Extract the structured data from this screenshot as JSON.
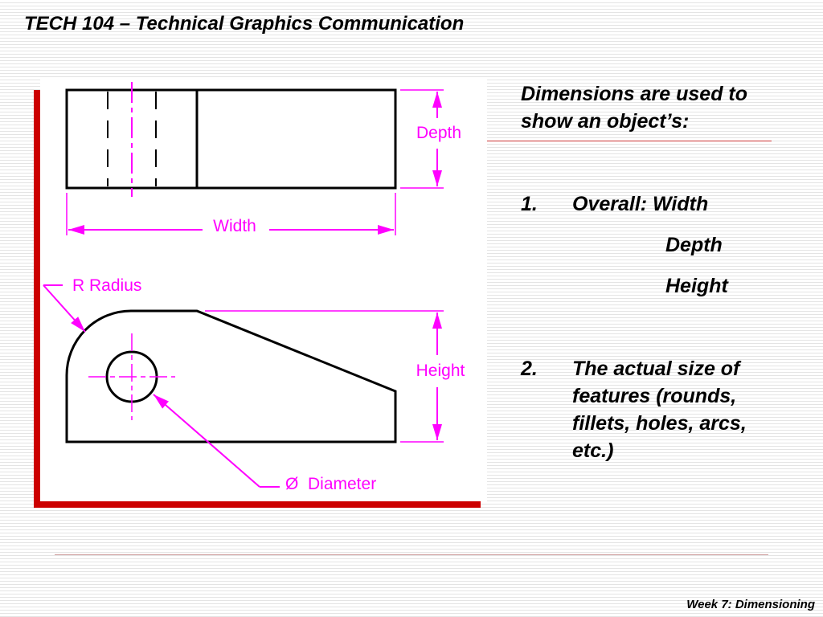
{
  "header": {
    "title": "TECH 104 – Technical Graphics Communication"
  },
  "figure": {
    "labels": {
      "depth": "Depth",
      "width": "Width",
      "radius": "R Radius",
      "height": "Height",
      "diameter_symbol": "Ø",
      "diameter": "Diameter"
    },
    "colors": {
      "dimension": "#ff00ff",
      "object": "#000000",
      "frame": "#cc0000"
    }
  },
  "content": {
    "intro": "Dimensions are used to show an object’s:",
    "items": [
      {
        "number": "1.",
        "text": "Overall: Width",
        "sub": [
          "Depth",
          "Height"
        ]
      },
      {
        "number": "2.",
        "text": "The actual size of features (rounds, fillets, holes, arcs, etc.)"
      }
    ]
  },
  "footer": {
    "text": "Week 7: Dimensioning"
  }
}
